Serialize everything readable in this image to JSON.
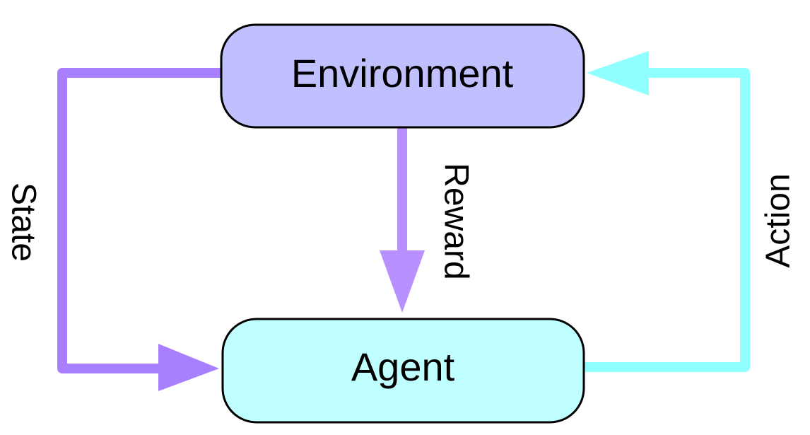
{
  "nodes": {
    "environment": {
      "label": "Environment",
      "fill": "#c0c0ff"
    },
    "agent": {
      "label": "Agent",
      "fill": "#c0ffff"
    }
  },
  "edges": {
    "state": {
      "label": "State",
      "color": "#a880ff"
    },
    "reward": {
      "label": "Reward",
      "color": "#b890ff"
    },
    "action": {
      "label": "Action",
      "color": "#90ffff"
    }
  },
  "stroke_color": "#000000"
}
